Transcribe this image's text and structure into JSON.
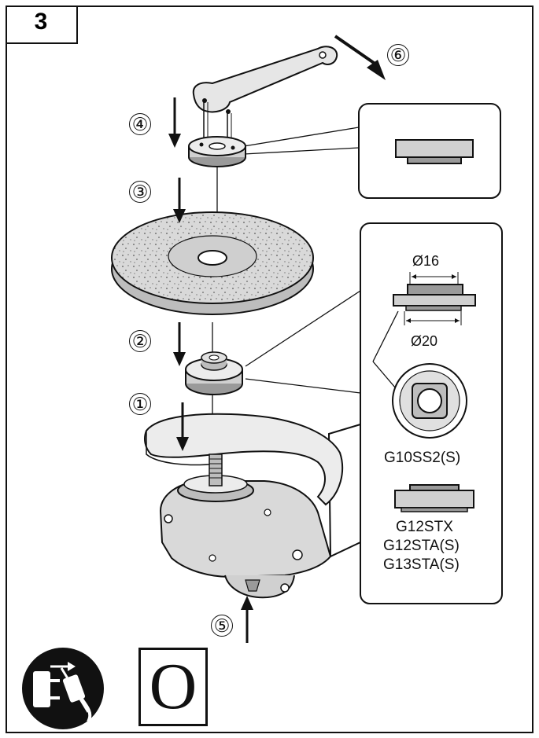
{
  "figure": {
    "number": "3",
    "steps": [
      "①",
      "②",
      "③",
      "④",
      "⑤",
      "⑥"
    ],
    "dimensions": {
      "inner": "Ø16",
      "outer": "Ø20"
    },
    "models": {
      "first": "G10SS2(S)",
      "second": [
        "G12STX",
        "G12STA(S)",
        "G13STA(S)"
      ]
    },
    "switch_symbol": "O",
    "icons": [
      "unplug-icon"
    ]
  }
}
